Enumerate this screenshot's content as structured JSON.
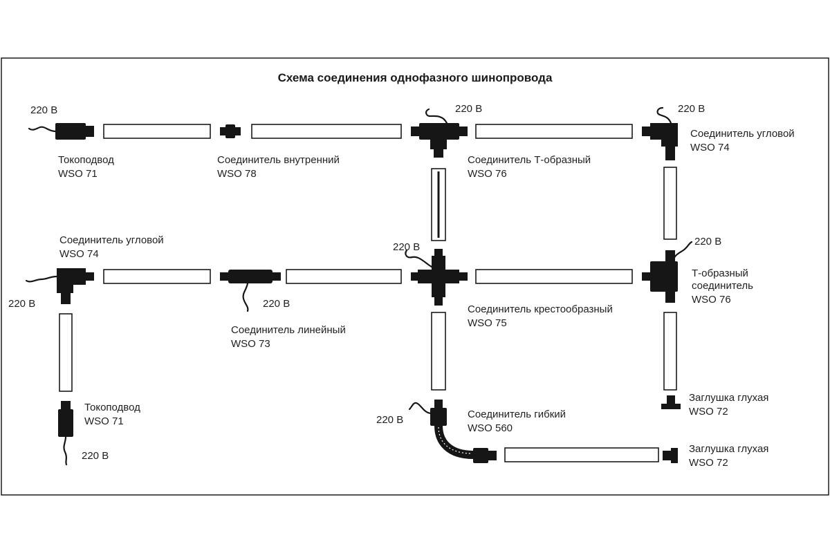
{
  "title": "Схема соединения однофазного шинопровода",
  "voltage": "220 В",
  "components": {
    "feed_top": {
      "name": "Токоподвод",
      "code": "WSO 71"
    },
    "inner_connector": {
      "name": "Соединитель внутренний",
      "code": "WSO 78"
    },
    "t_connector_top": {
      "name": "Соединитель Т-образный",
      "code": "WSO 76"
    },
    "corner_top": {
      "name": "Соединитель угловой",
      "code": "WSO 74"
    },
    "corner_left": {
      "name": "Соединитель угловой",
      "code": "WSO 74"
    },
    "linear_connector": {
      "name": "Соединитель линейный",
      "code": "WSO 73"
    },
    "cross_connector": {
      "name": "Соединитель крестообразный",
      "code": "WSO 75"
    },
    "t_connector_right": {
      "name_line1": "Т-образный",
      "name_line2": "соединитель",
      "code": "WSO 76"
    },
    "feed_bottom": {
      "name": "Токоподвод",
      "code": "WSO 71"
    },
    "flexible_connector": {
      "name": "Соединитель гибкий",
      "code": "WSO 560"
    },
    "end_cap_upper": {
      "name": "Заглушка глухая",
      "code": "WSO 72"
    },
    "end_cap_lower": {
      "name": "Заглушка глухая",
      "code": "WSO 72"
    }
  }
}
